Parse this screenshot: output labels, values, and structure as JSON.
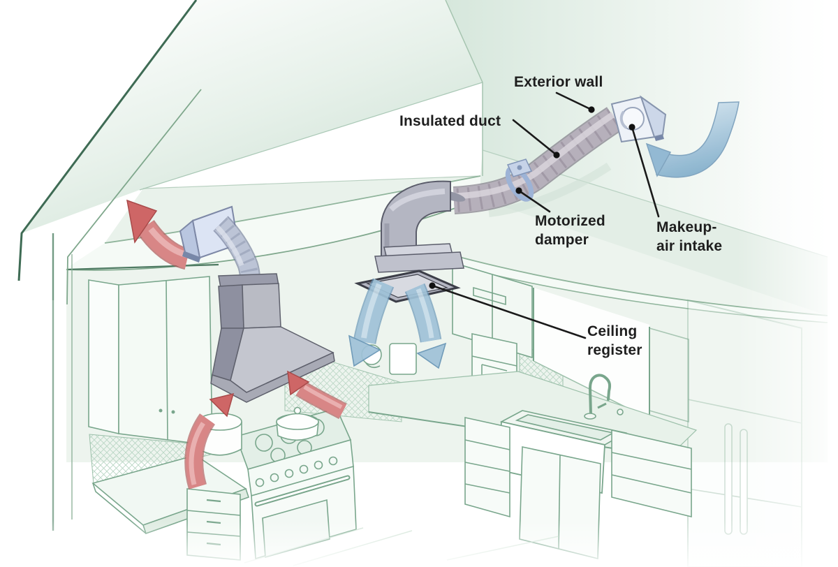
{
  "diagram": {
    "title": "Kitchen range-hood exhaust and makeup-air system cutaway illustration",
    "labels": {
      "exterior_wall": "Exterior wall",
      "insulated_duct": "Insulated duct",
      "motorized_damper_line1": "Motorized",
      "motorized_damper_line2": "damper",
      "makeup_air_intake_line1": "Makeup-",
      "makeup_air_intake_line2": "air intake",
      "ceiling_register_line1": "Ceiling",
      "ceiling_register_line2": "register"
    },
    "colors": {
      "label_text": "#1e1e1e",
      "leader_line": "#1a1a1a",
      "exhaust_arrow_red": "#ce6666",
      "supply_arrow_blue": "#9fc2d8",
      "duct_gray": "#b6b0bb",
      "hood_gray": "#c4c6cf",
      "damper_blue": "#9db3d6",
      "wall_cap_blue": "#dce4f4",
      "line_art_green": "#79a68c",
      "ceiling_green": "#d5e6da"
    }
  }
}
